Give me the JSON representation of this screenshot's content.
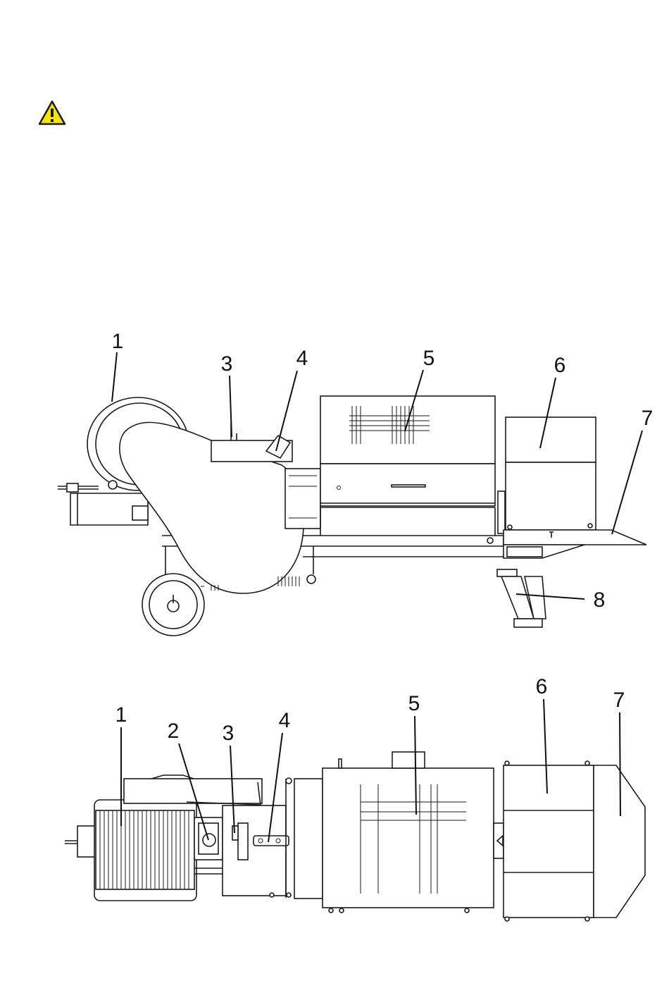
{
  "warning": {
    "icon": "warning-triangle-icon",
    "color": "#f5e400"
  },
  "side_view": {
    "callouts": [
      "1",
      "3",
      "4",
      "5",
      "6",
      "7",
      "8"
    ]
  },
  "top_view": {
    "callouts": [
      "1",
      "2",
      "3",
      "4",
      "5",
      "6",
      "7"
    ]
  }
}
